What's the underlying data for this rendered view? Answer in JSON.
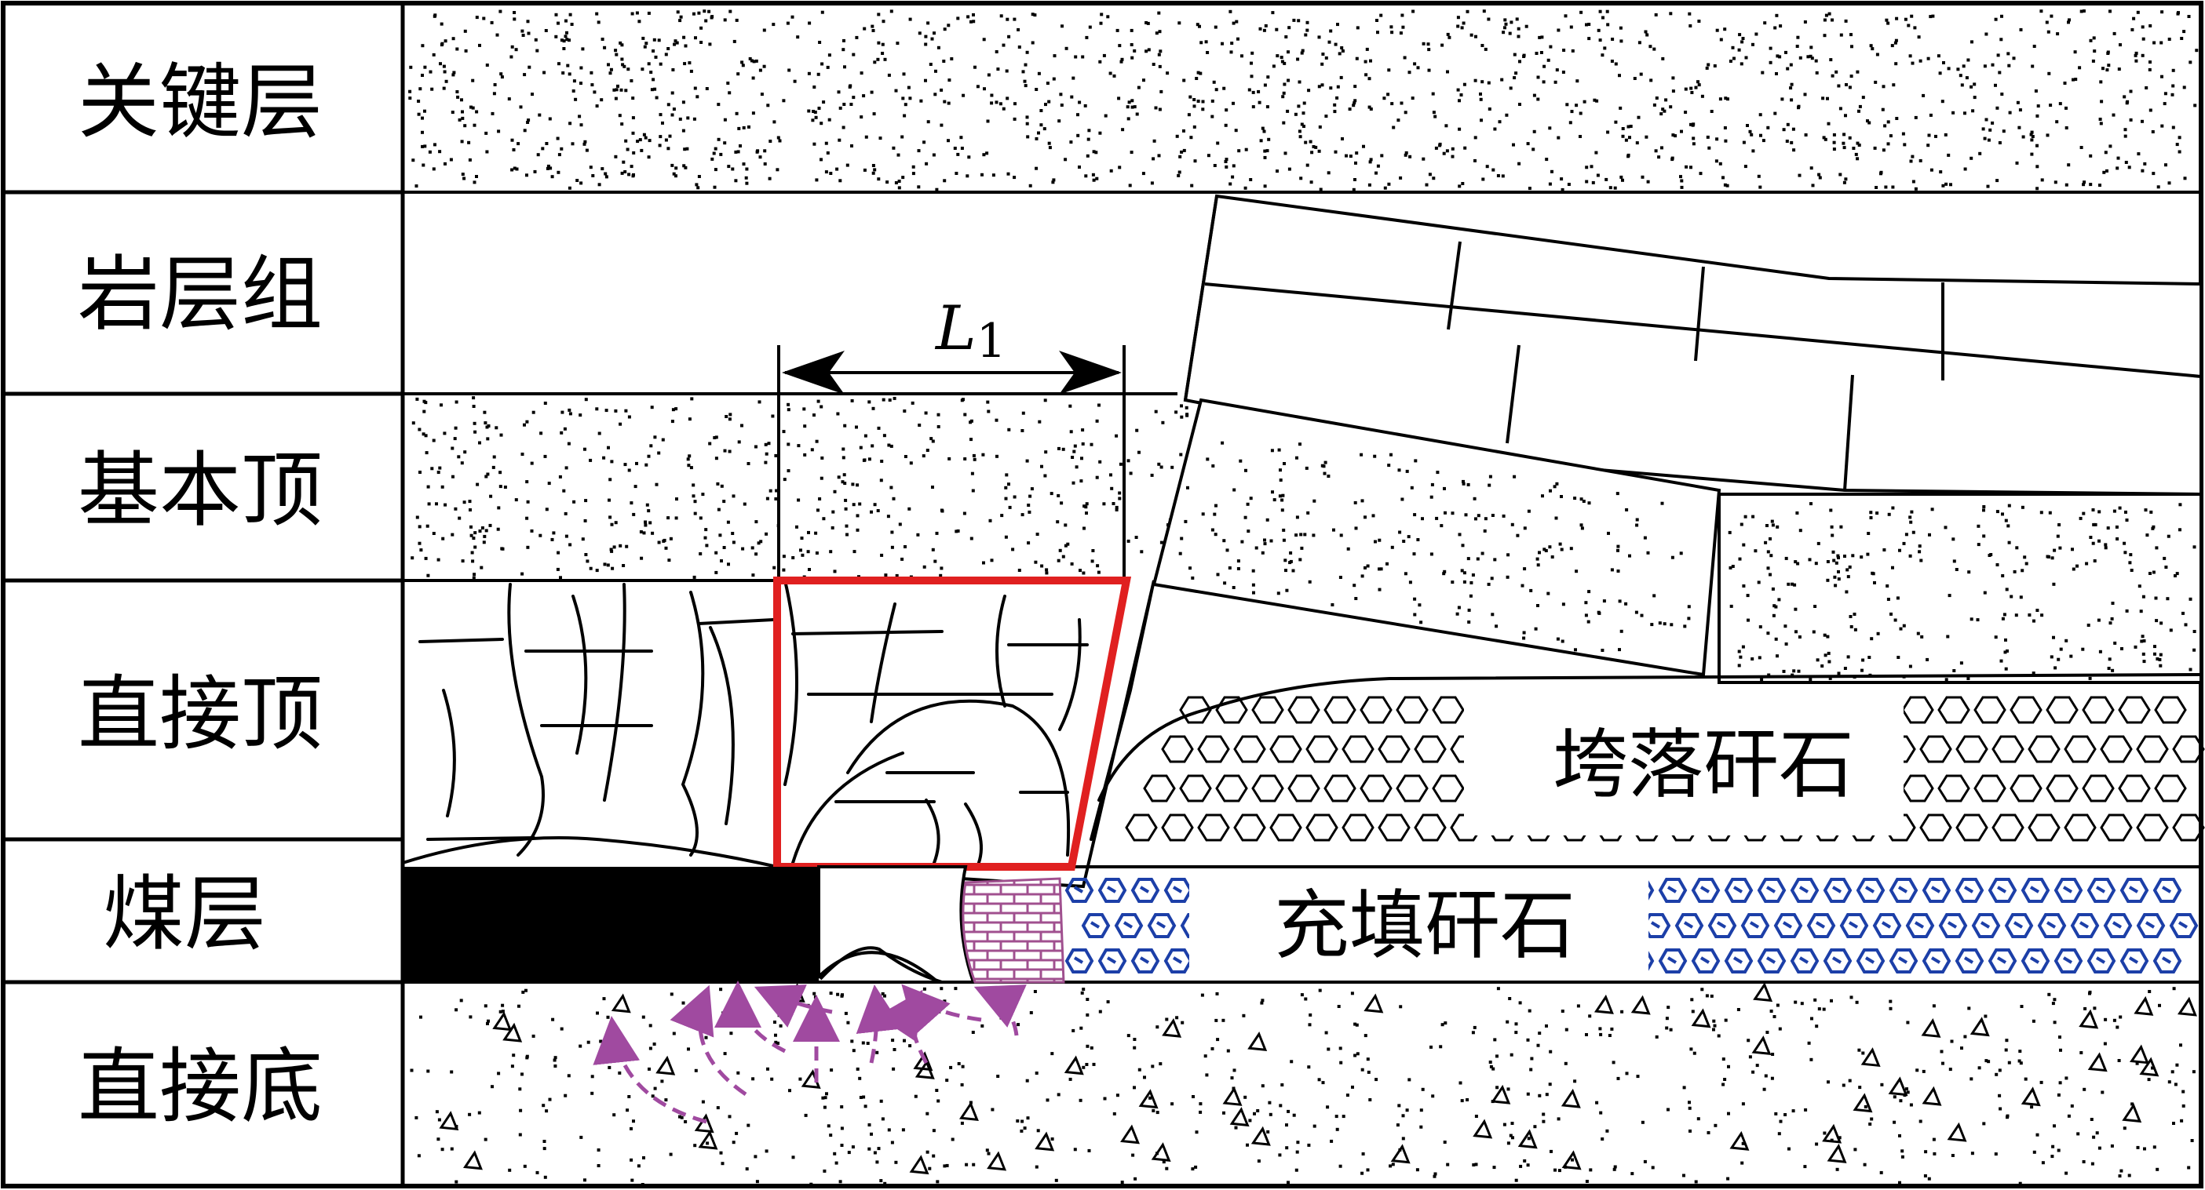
{
  "strata": [
    {
      "id": "key",
      "label": "关键层"
    },
    {
      "id": "rock-group",
      "label": "岩层组"
    },
    {
      "id": "main-roof",
      "label": "基本顶"
    },
    {
      "id": "immediate-roof",
      "label": "直接顶"
    },
    {
      "id": "coal",
      "label": "煤层"
    },
    {
      "id": "floor",
      "label": "直接底"
    }
  ],
  "fills": {
    "caved": "垮落矸石",
    "backfill": "充填矸石"
  },
  "dimension": {
    "symbol": "L",
    "subscript": "1"
  },
  "colors": {
    "line": "#000000",
    "highlight_box": "#e02020",
    "backfill_pattern": "#1c3fa8",
    "brick": "#a0508f",
    "arrows": "#a04aa0"
  }
}
